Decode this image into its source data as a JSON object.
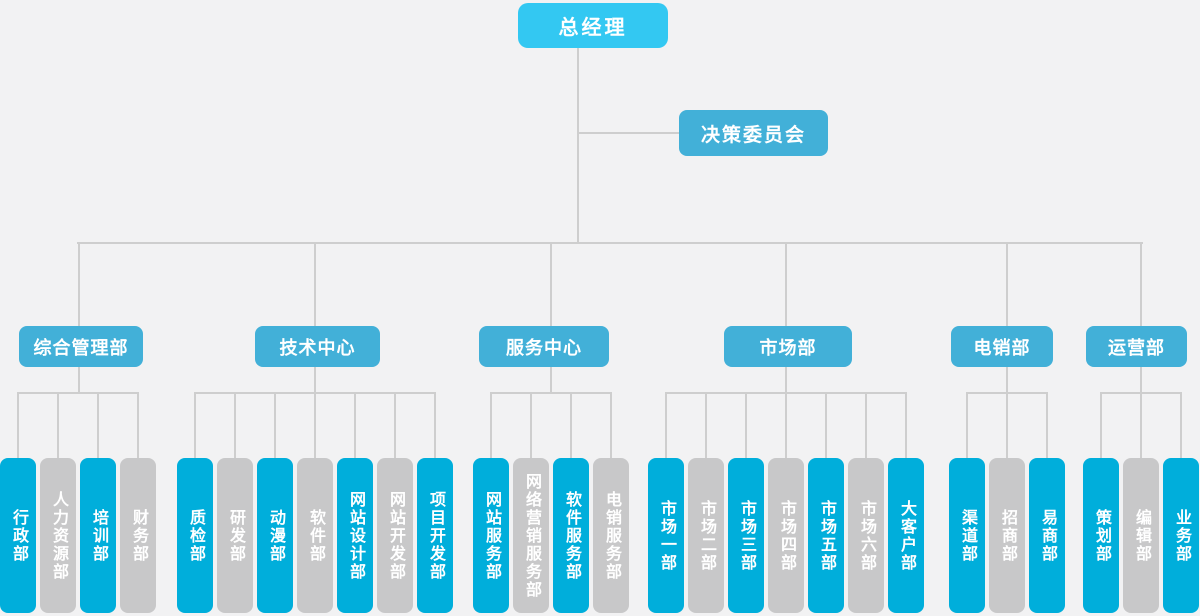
{
  "colors": {
    "background": "#f2f2f3",
    "connector": "#cecece",
    "root_box": "#33c8f2",
    "branch_box": "#42b0d8",
    "leaf_cyan": "#00aedb",
    "leaf_gray": "#c8c8c9",
    "text": "#ffffff"
  },
  "root": {
    "label": "总经理"
  },
  "committee": {
    "label": "决策委员会"
  },
  "departments": [
    {
      "label": "综合管理部",
      "children": [
        {
          "label": "行政部",
          "variant": "cyan"
        },
        {
          "label": "人力资源部",
          "variant": "gray"
        },
        {
          "label": "培训部",
          "variant": "cyan"
        },
        {
          "label": "财务部",
          "variant": "gray"
        }
      ]
    },
    {
      "label": "技术中心",
      "children": [
        {
          "label": "质检部",
          "variant": "cyan"
        },
        {
          "label": "研发部",
          "variant": "gray"
        },
        {
          "label": "动漫部",
          "variant": "cyan"
        },
        {
          "label": "软件部",
          "variant": "gray"
        },
        {
          "label": "网站设计部",
          "variant": "cyan"
        },
        {
          "label": "网站开发部",
          "variant": "gray"
        },
        {
          "label": "项目开发部",
          "variant": "cyan"
        }
      ]
    },
    {
      "label": "服务中心",
      "children": [
        {
          "label": "网站服务部",
          "variant": "cyan"
        },
        {
          "label": "网络营销服务部",
          "variant": "gray"
        },
        {
          "label": "软件服务部",
          "variant": "cyan"
        },
        {
          "label": "电销服务部",
          "variant": "gray"
        }
      ]
    },
    {
      "label": "市场部",
      "children": [
        {
          "label": "市场一部",
          "variant": "cyan"
        },
        {
          "label": "市场二部",
          "variant": "gray"
        },
        {
          "label": "市场三部",
          "variant": "cyan"
        },
        {
          "label": "市场四部",
          "variant": "gray"
        },
        {
          "label": "市场五部",
          "variant": "cyan"
        },
        {
          "label": "市场六部",
          "variant": "gray"
        },
        {
          "label": "大客户部",
          "variant": "cyan"
        }
      ]
    },
    {
      "label": "电销部",
      "children": [
        {
          "label": "渠道部",
          "variant": "cyan"
        },
        {
          "label": "招商部",
          "variant": "gray"
        },
        {
          "label": "易商部",
          "variant": "cyan"
        }
      ]
    },
    {
      "label": "运营部",
      "children": [
        {
          "label": "策划部",
          "variant": "cyan"
        },
        {
          "label": "编辑部",
          "variant": "gray"
        },
        {
          "label": "业务部",
          "variant": "cyan"
        }
      ]
    }
  ]
}
